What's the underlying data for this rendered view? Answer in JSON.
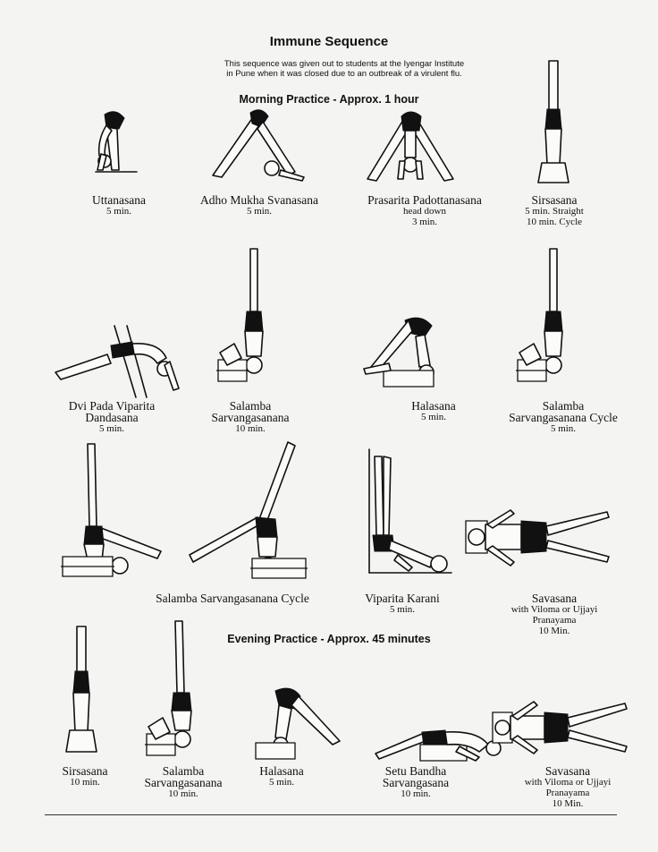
{
  "header": {
    "title": "Immune Sequence",
    "subtitle_line1": "This sequence was given out to students at  the Iyengar Institute",
    "subtitle_line2": "in Pune when it was closed due to an outbreak of a virulent flu."
  },
  "sections": {
    "morning": "Morning Practice - Approx. 1 hour",
    "evening": "Evening Practice - Approx. 45 minutes"
  },
  "poses": [
    {
      "name": "Uttanasana",
      "d1": "5 min.",
      "d2": "",
      "d3": "",
      "icon": "uttanasana-figure"
    },
    {
      "name": "Adho Mukha Svanasana",
      "d1": "5 min.",
      "d2": "",
      "d3": "",
      "icon": "down-dog-figure"
    },
    {
      "name": "Prasarita Padottanasana",
      "d1": "head down",
      "d2": "3 min.",
      "d3": "",
      "icon": "prasarita-figure"
    },
    {
      "name": "Sirsasana",
      "d1": "5 min. Straight",
      "d2": "10 min. Cycle",
      "d3": "",
      "icon": "headstand-figure"
    },
    {
      "name": "Dvi Pada Viparita",
      "name2": "Dandasana",
      "d1": "5 min.",
      "d2": "",
      "d3": "",
      "icon": "chair-backbend-figure"
    },
    {
      "name": "Salamba",
      "name2": "Sarvangasanana",
      "d1": "10 min.",
      "d2": "",
      "d3": "",
      "icon": "shoulderstand-figure"
    },
    {
      "name": "Halasana",
      "d1": "5 min.",
      "d2": "",
      "d3": "",
      "icon": "plough-figure"
    },
    {
      "name": "Salamba",
      "name2": "Sarvangasanana Cycle",
      "d1": "5 min.",
      "d2": "",
      "d3": "",
      "icon": "shoulderstand-cycle-figure"
    },
    {
      "name": "Salamba Sarvangasanana Cycle",
      "d1": "",
      "d2": "",
      "d3": "",
      "icon": "shoulderstand-variations-figure"
    },
    {
      "name": "Viparita Karani",
      "d1": "5 min.",
      "d2": "",
      "d3": "",
      "icon": "legs-up-wall-figure"
    },
    {
      "name": "Savasana",
      "d1": "with Viloma or Ujjayi",
      "d2": "Pranayama",
      "d3": "10 Min.",
      "icon": "savasana-figure"
    },
    {
      "name": "Sirsasana",
      "d1": "10 min.",
      "d2": "",
      "d3": "",
      "icon": "headstand-figure"
    },
    {
      "name": "Salamba",
      "name2": "Sarvangasanana",
      "d1": "10 min.",
      "d2": "",
      "d3": "",
      "icon": "shoulderstand-figure"
    },
    {
      "name": "Halasana",
      "d1": "5 min.",
      "d2": "",
      "d3": "",
      "icon": "plough-figure"
    },
    {
      "name": "Setu Bandha",
      "name2": "Sarvangasana",
      "d1": "10 min.",
      "d2": "",
      "d3": "",
      "icon": "bridge-figure"
    },
    {
      "name": "Savasana",
      "d1": "with Viloma or Ujjayi",
      "d2": "Pranayama",
      "d3": "10 Min.",
      "icon": "savasana-figure"
    }
  ]
}
